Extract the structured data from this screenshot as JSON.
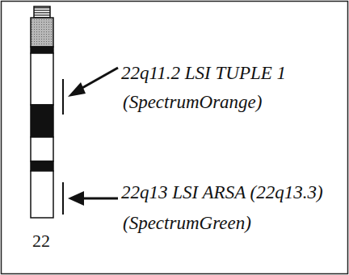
{
  "diagram": {
    "labels": [
      "22q11.2 LSI TUPLE 1",
      "(SpectrumOrange)",
      "22q13 LSI ARSA (22q13.3)",
      "(SpectrumGreen)",
      "22"
    ]
  }
}
